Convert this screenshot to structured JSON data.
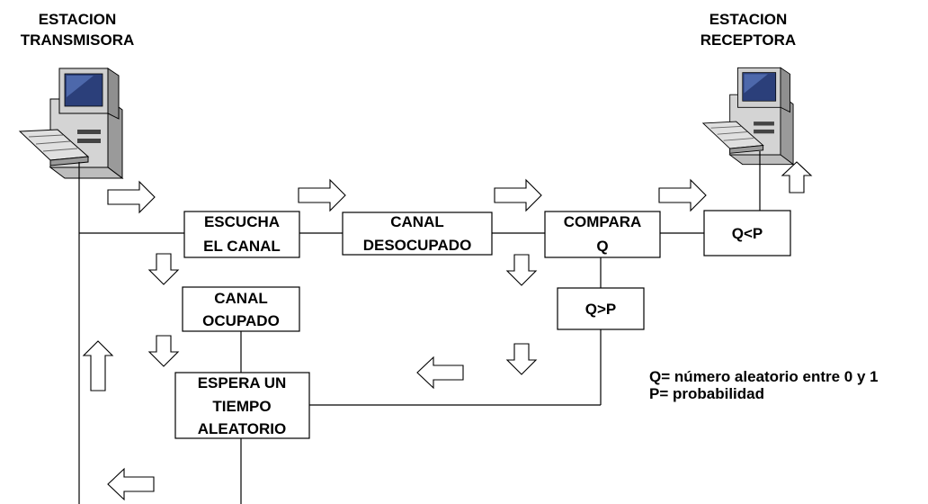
{
  "stations": {
    "transmitter": {
      "line1": "ESTACION",
      "line2": "TRANSMISORA",
      "icon": "desktop-computer-icon"
    },
    "receiver": {
      "line1": "ESTACION",
      "line2": "RECEPTORA",
      "icon": "desktop-computer-icon"
    }
  },
  "boxes": {
    "listen": {
      "line1": "ESCUCHA",
      "line2": "EL CANAL"
    },
    "channel_free": {
      "line1": "CANAL",
      "line2": "DESOCUPADO"
    },
    "compare": {
      "line1": "COMPARA",
      "line2": "Q"
    },
    "q_less_p": {
      "line1": "Q<P"
    },
    "channel_busy": {
      "line1": "CANAL",
      "line2": "OCUPADO"
    },
    "q_greater_p": {
      "line1": "Q>P"
    },
    "wait_random": {
      "line1": "ESPERA UN",
      "line2": "TIEMPO",
      "line3": "ALEATORIO"
    }
  },
  "legend": {
    "q": "Q= número aleatorio entre 0 y 1",
    "p": "P= probabilidad"
  }
}
